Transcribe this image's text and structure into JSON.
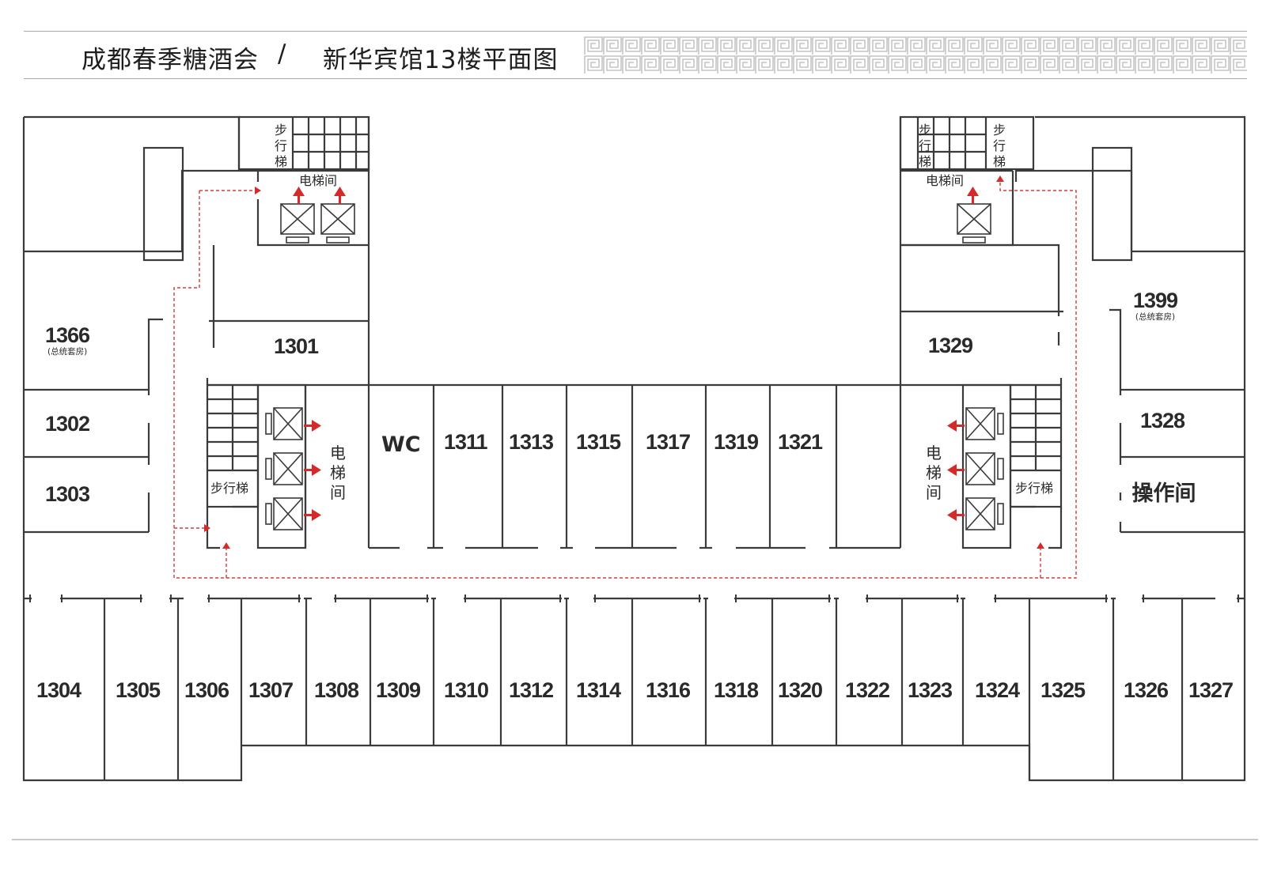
{
  "header": {
    "event": "成都春季糖酒会",
    "separator": "/",
    "floor_title": "新华宾馆13楼平面图"
  },
  "labels": {
    "stair": "步行梯",
    "elevator_hall": "电梯间",
    "wc": "WC",
    "operation_room": "操作间",
    "presidential_suite": "(总统套房)"
  },
  "rooms": {
    "r1301": "1301",
    "r1302": "1302",
    "r1303": "1303",
    "r1304": "1304",
    "r1305": "1305",
    "r1306": "1306",
    "r1307": "1307",
    "r1308": "1308",
    "r1309": "1309",
    "r1310": "1310",
    "r1311": "1311",
    "r1312": "1312",
    "r1313": "1313",
    "r1314": "1314",
    "r1315": "1315",
    "r1316": "1316",
    "r1317": "1317",
    "r1318": "1318",
    "r1319": "1319",
    "r1320": "1320",
    "r1321": "1321",
    "r1322": "1322",
    "r1323": "1323",
    "r1324": "1324",
    "r1325": "1325",
    "r1326": "1326",
    "r1327": "1327",
    "r1328": "1328",
    "r1329": "1329",
    "r1366": "1366",
    "r1399": "1399"
  },
  "colors": {
    "wall": "#3a3a3a",
    "route": "#d93a3a",
    "arrow": "#d42a2a",
    "rule": "#a9a9a9",
    "fret": "#b8b8b8"
  },
  "icons": {
    "elevator": "elevator-car-icon",
    "exit_arrow": "exit-arrow-icon",
    "pattern": "greek-fret-pattern"
  }
}
